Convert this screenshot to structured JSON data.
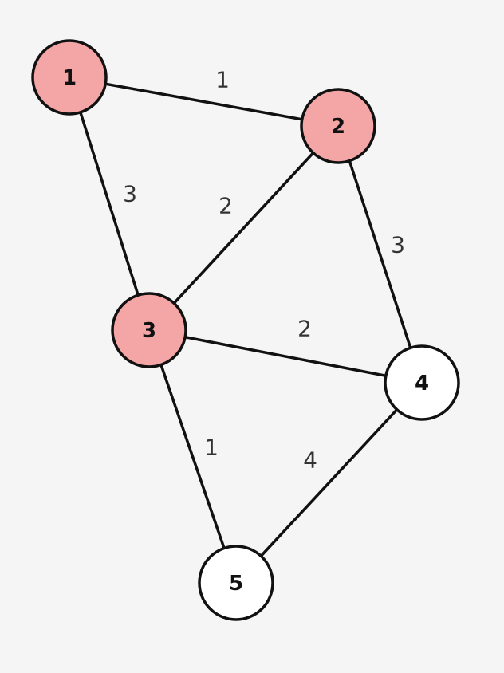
{
  "colors": {
    "background": "#f5f5f5",
    "highlighted_node": "#f4a6a6",
    "normal_node": "#ffffff",
    "stroke": "#111111"
  },
  "nodes": [
    {
      "id": "1",
      "label": "1",
      "highlighted": true
    },
    {
      "id": "2",
      "label": "2",
      "highlighted": true
    },
    {
      "id": "3",
      "label": "3",
      "highlighted": true
    },
    {
      "id": "4",
      "label": "4",
      "highlighted": false
    },
    {
      "id": "5",
      "label": "5",
      "highlighted": false
    }
  ],
  "edges": [
    {
      "from": "1",
      "to": "2",
      "weight": "1"
    },
    {
      "from": "1",
      "to": "3",
      "weight": "3"
    },
    {
      "from": "2",
      "to": "3",
      "weight": "2"
    },
    {
      "from": "2",
      "to": "4",
      "weight": "3"
    },
    {
      "from": "3",
      "to": "4",
      "weight": "2"
    },
    {
      "from": "3",
      "to": "5",
      "weight": "1"
    },
    {
      "from": "4",
      "to": "5",
      "weight": "4"
    }
  ]
}
